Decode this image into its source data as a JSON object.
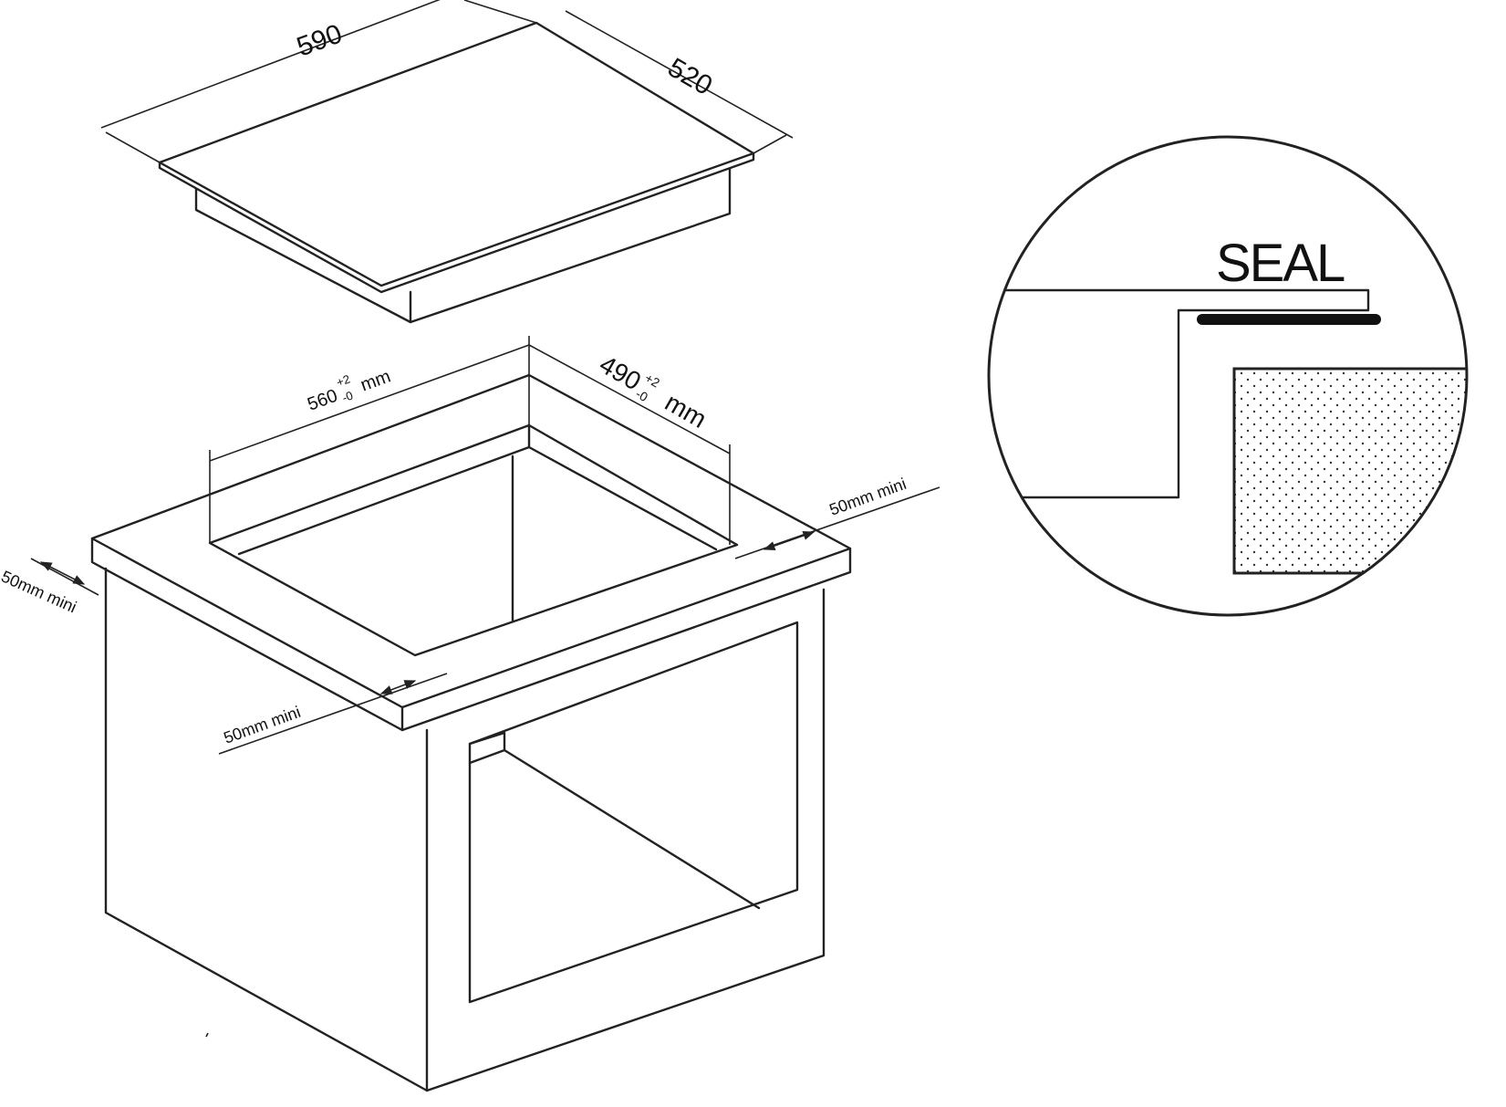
{
  "hob": {
    "width_label": "590",
    "depth_label": "520"
  },
  "cutout": {
    "width_value": "560",
    "width_tol_plus": "+2",
    "width_tol_minus": "-0",
    "width_unit": "mm",
    "depth_value": "490",
    "depth_tol_plus": "+2",
    "depth_tol_minus": "-0",
    "depth_unit": "mm"
  },
  "clearances": {
    "left": "50mm mini",
    "front": "50mm mini",
    "right": "50mm mini"
  },
  "detail": {
    "seal_label": "SEAL"
  }
}
